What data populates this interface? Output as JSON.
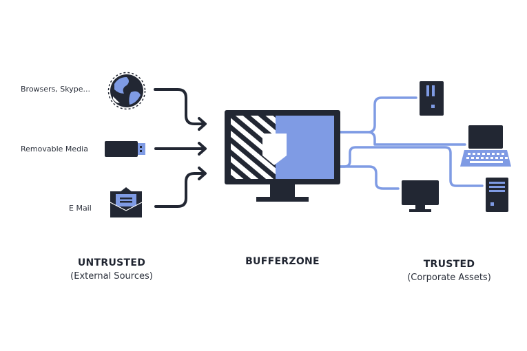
{
  "colors": {
    "dark": "#222733",
    "blue": "#7f9be4",
    "white": "#ffffff"
  },
  "sources": [
    {
      "label": "Browsers, Skype...",
      "icon": "globe-icon"
    },
    {
      "label": "Removable Media",
      "icon": "usb-drive-icon"
    },
    {
      "label": "E Mail",
      "icon": "envelope-icon"
    }
  ],
  "center": {
    "icon": "monitor-shield-icon"
  },
  "assets": [
    {
      "icon": "server-tower-icon"
    },
    {
      "icon": "laptop-icon"
    },
    {
      "icon": "monitor-icon"
    },
    {
      "icon": "desktop-tower-icon"
    }
  ],
  "columns": {
    "untrusted": {
      "title": "UNTRUSTED",
      "subtitle": "(External Sources)"
    },
    "bufferzone": {
      "title": "BUFFERZONE"
    },
    "trusted": {
      "title": "TRUSTED",
      "subtitle": "(Corporate Assets)"
    }
  }
}
